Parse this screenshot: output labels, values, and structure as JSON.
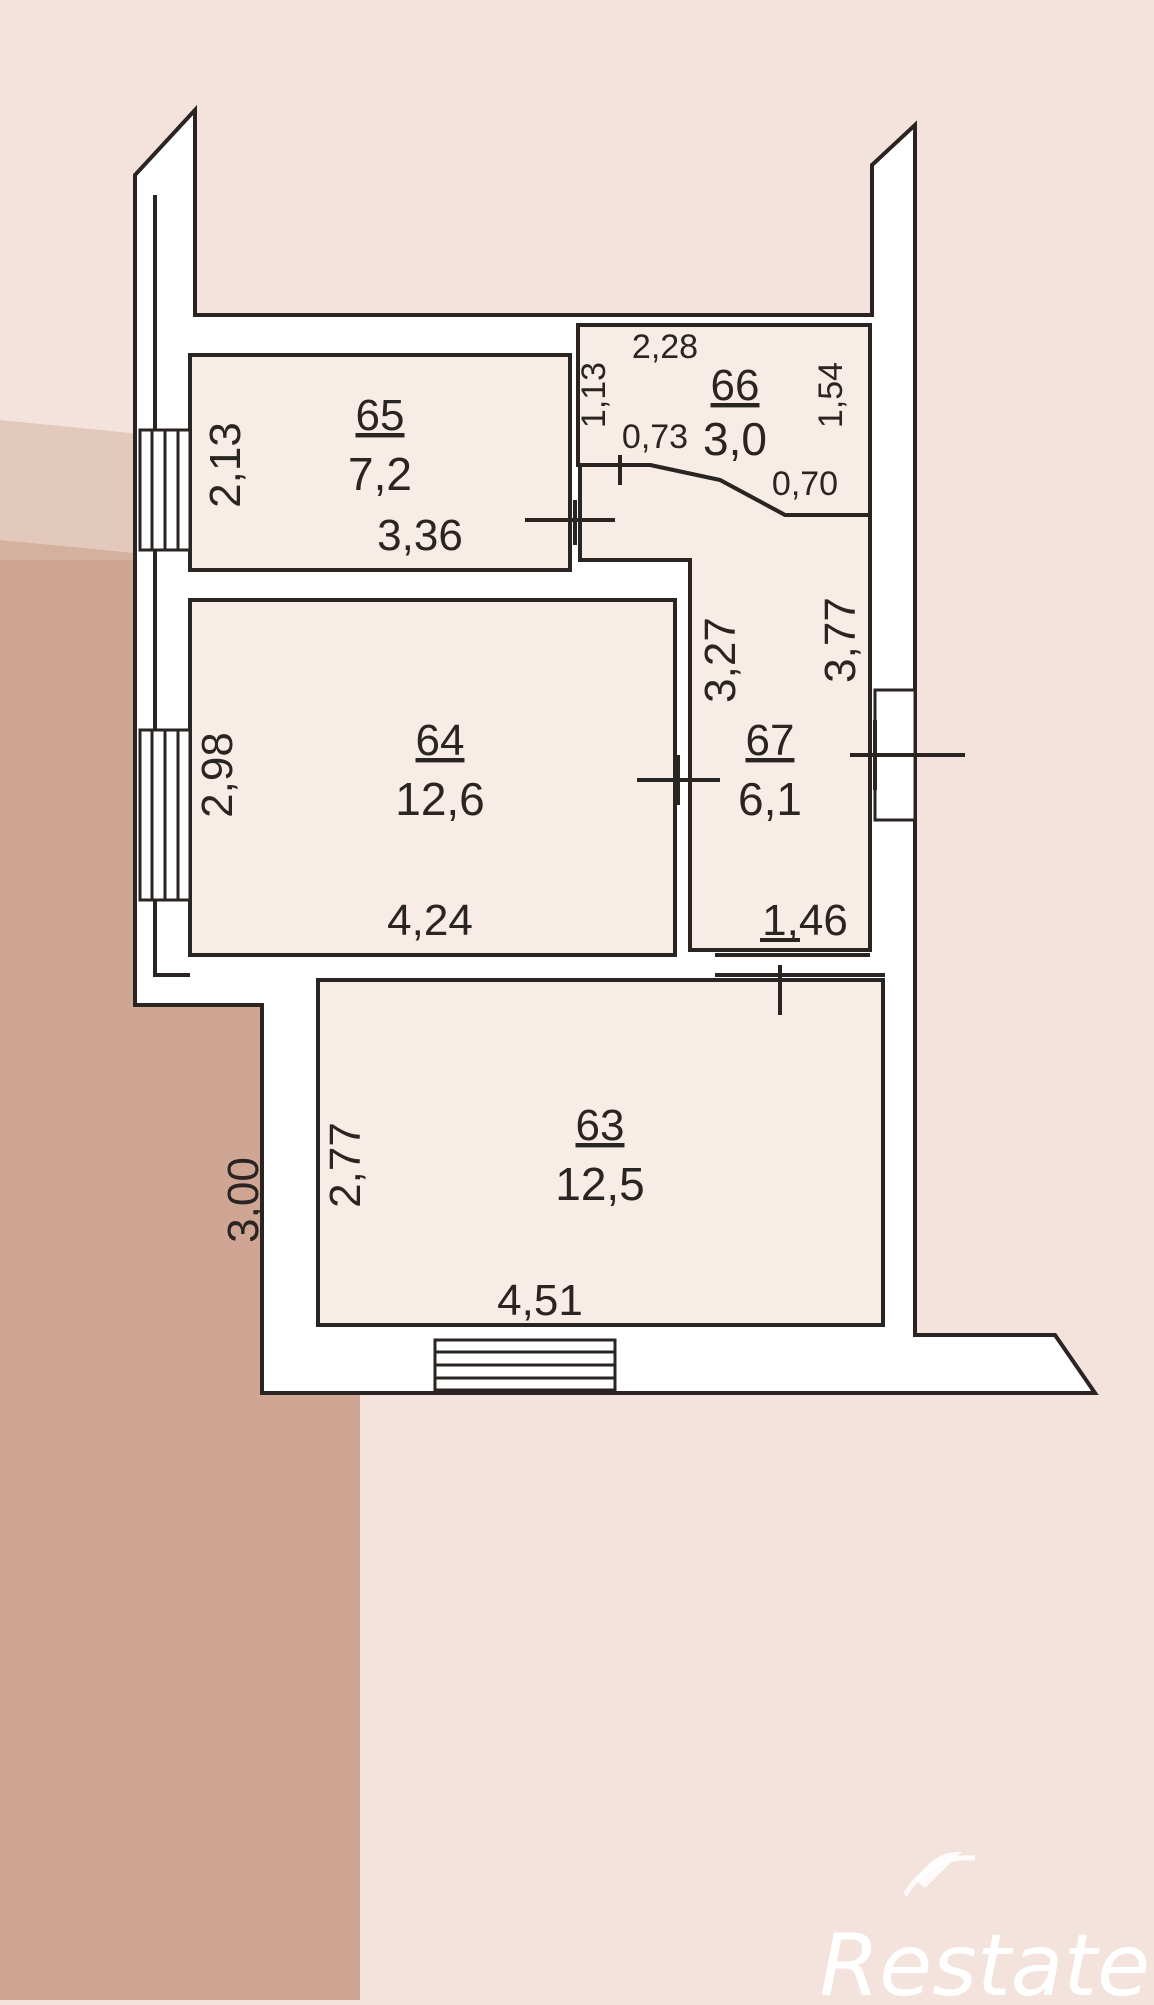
{
  "rooms": [
    {
      "number": "65",
      "area": "7,2"
    },
    {
      "number": "66",
      "area": "3,0"
    },
    {
      "number": "64",
      "area": "12,6"
    },
    {
      "number": "67",
      "area": "6,1"
    },
    {
      "number": "63",
      "area": "12,5"
    }
  ],
  "dimensions": {
    "r65_height": "2,13",
    "r65_width": "3,36",
    "r66_top": "2,28",
    "r66_left": "1,13",
    "r66_right": "1,54",
    "r66_inner": "0,73",
    "r66_door": "0,70",
    "r64_height": "2,98",
    "r64_width": "4,24",
    "r67_left": "3,27",
    "r67_right": "3,77",
    "r67_bottom": "1,46",
    "r63_height": "2,77",
    "r63_width": "4,51",
    "outer_left": "3,00"
  },
  "watermark": {
    "text": "Restate"
  },
  "colors": {
    "paper": "#f3e3dc",
    "shadow": "#c79b86",
    "ink": "#2a2422"
  }
}
